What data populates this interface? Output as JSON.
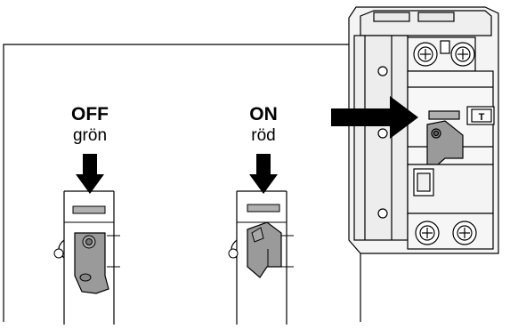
{
  "off_label": "OFF",
  "off_sublabel": "grön",
  "on_label": "ON",
  "on_sublabel": "röd",
  "device_button_label": "T",
  "colors": {
    "handle": "#9a9a9a",
    "indicator": "#b0b0b0",
    "device_body": "#f2f2f2",
    "outline": "#000000",
    "arrow": "#000000"
  },
  "icons": [
    "down-arrow-icon",
    "right-arrow-icon",
    "toggle-handle-icon",
    "screw-terminal-icon"
  ]
}
